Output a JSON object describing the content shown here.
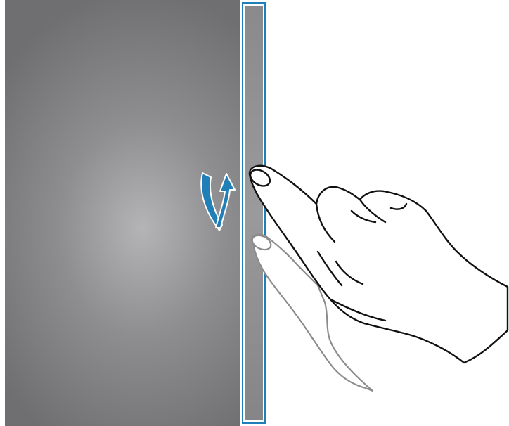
{
  "illustration": {
    "screen": "home-screen-background",
    "edge_handle": "edge-panel-handle",
    "gesture": "drag-edge-handle-up-or-down",
    "arrow_icon": "curved-up-down-arrow-icon",
    "hand_icon": "pointing-hand-icon",
    "colors": {
      "accent": "#1f7fb6",
      "screen_center": "#b4b4b6",
      "screen_edge": "#6f6f71",
      "edge_bar": "#919193",
      "hand_outline": "#111111",
      "hand_ghost": "#8c8c8c"
    }
  }
}
